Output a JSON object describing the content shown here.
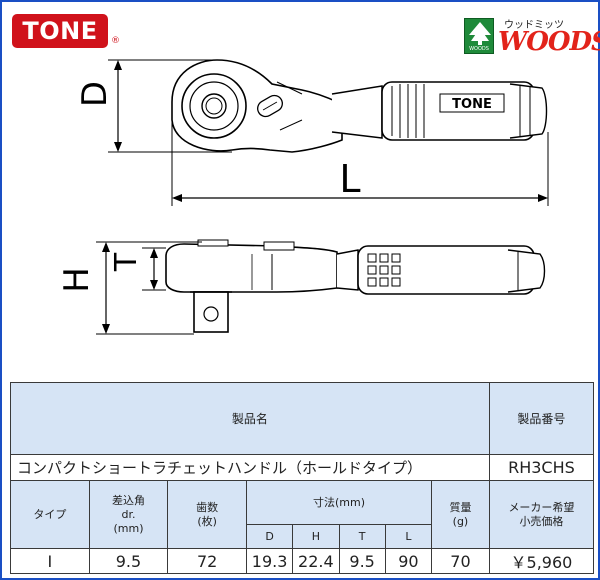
{
  "logos": {
    "brand": "TONE",
    "brand_mark": "®",
    "shop_kana": "ウッドミッツ",
    "shop_word": "WOODS",
    "shop_box_caption": "WOODS"
  },
  "drawing": {
    "handle_brand": "TONE",
    "dim_labels": {
      "D": "D",
      "L": "L",
      "H": "H",
      "T": "T"
    }
  },
  "table": {
    "product_name_header": "製品名",
    "product_code_header": "製品番号",
    "product_name": "コンパクトショートラチェットハンドル（ホールドタイプ）",
    "product_code": "RH3CHS",
    "col_type": "タイプ",
    "col_drive": [
      "差込角",
      "dr.",
      "(mm)"
    ],
    "col_teeth": [
      "歯数",
      "(枚)"
    ],
    "col_dims": "寸法(mm)",
    "dim_cols": [
      "D",
      "H",
      "T",
      "L"
    ],
    "col_weight": [
      "質量",
      "(g)"
    ],
    "col_price": [
      "メーカー希望",
      "小売価格"
    ],
    "row": {
      "type": "I",
      "drive": "9.5",
      "teeth": "72",
      "D": "19.3",
      "H": "22.4",
      "T": "9.5",
      "L": "90",
      "weight": "70",
      "price": "￥5,960"
    }
  },
  "colors": {
    "frame": "#1a4fc4",
    "header_bg": "#d6e4f5",
    "brand_red": "#d0121b",
    "woods_green": "#1f8a3a"
  }
}
